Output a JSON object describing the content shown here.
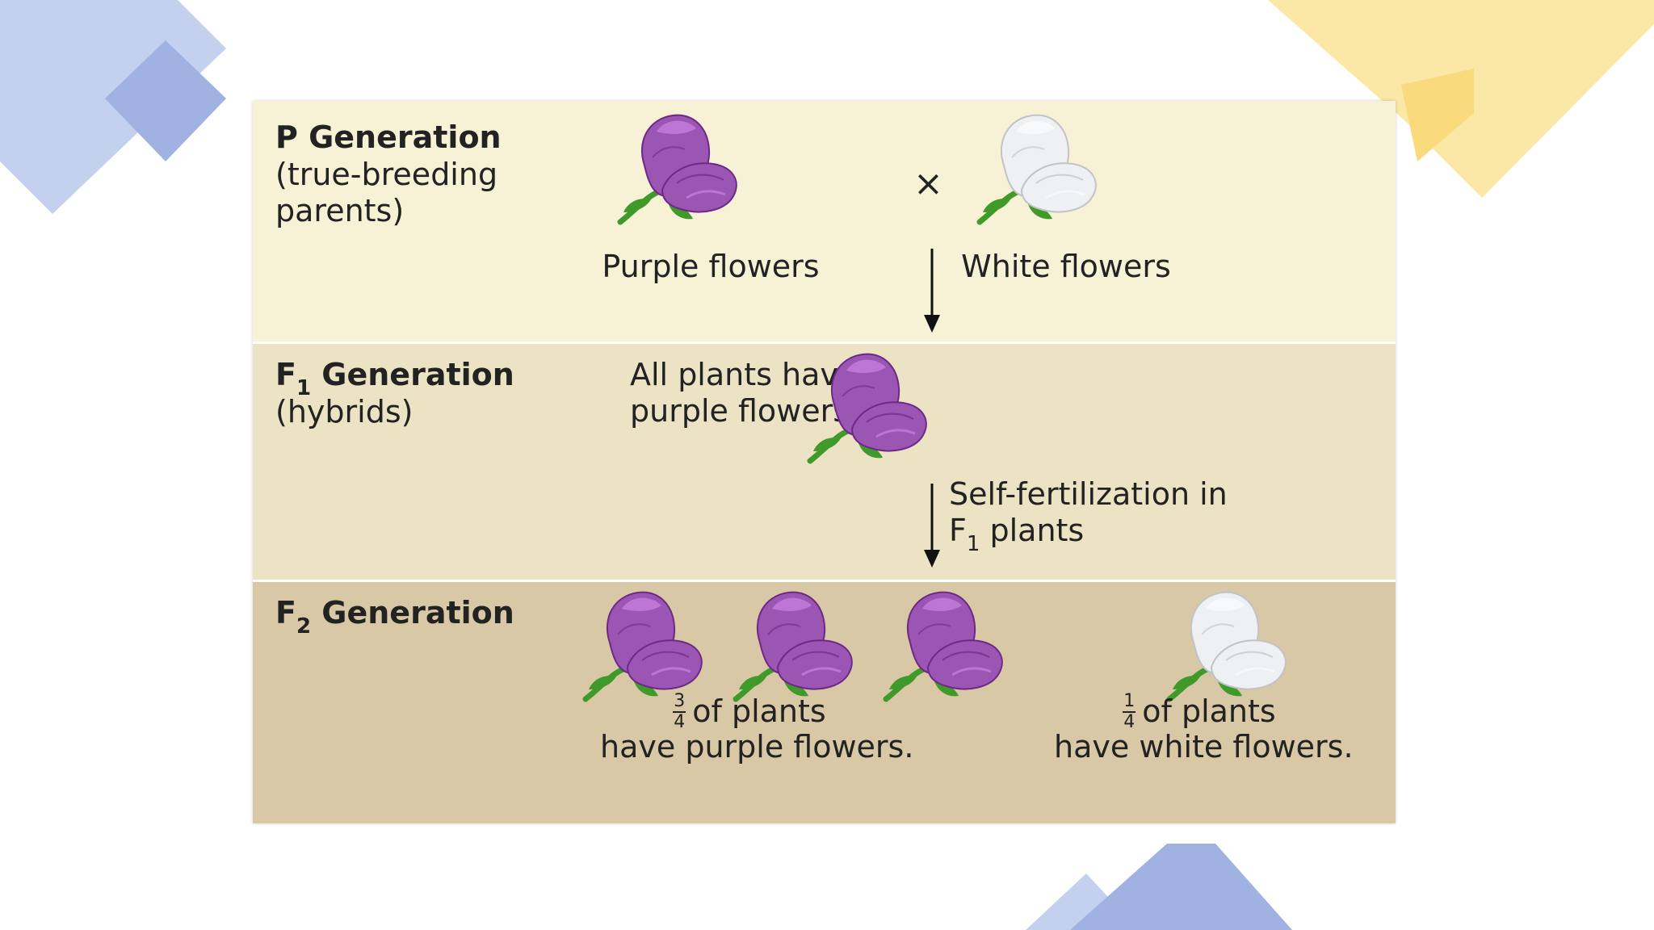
{
  "p_generation": {
    "title": "P Generation",
    "subtitle_line1": "(true-breeding",
    "subtitle_line2": "parents)",
    "parent1_label": "Purple flowers",
    "cross_symbol": "×",
    "parent2_label": "White flowers"
  },
  "f1_generation": {
    "title_prefix": "F",
    "title_sub": "1",
    "title_suffix": " Generation",
    "subtitle": "(hybrids)",
    "result_line1": "All plants have",
    "result_line2": "purple flowers.",
    "self_line1": "Self-fertilization in",
    "self_prefix": "F",
    "self_sub": "1",
    "self_suffix": " plants"
  },
  "f2_generation": {
    "title_prefix": "F",
    "title_sub": "2",
    "title_suffix": " Generation",
    "purple_numerator": "3",
    "purple_denominator": "4",
    "purple_line1": "of plants",
    "purple_line2": "have purple flowers.",
    "white_numerator": "1",
    "white_denominator": "4",
    "white_line1": "of plants",
    "white_line2": "have white flowers."
  },
  "colors": {
    "purple_petal": "#9b55b3",
    "white_petal": "#eef0f3",
    "leaf": "#3f9a2a",
    "band_p": "#f7f1d6",
    "band_f1": "#ece3c4",
    "band_f2": "#d8c8a6",
    "deco_blue": "#c3d0ee",
    "deco_yellow": "#fbe7a6"
  }
}
